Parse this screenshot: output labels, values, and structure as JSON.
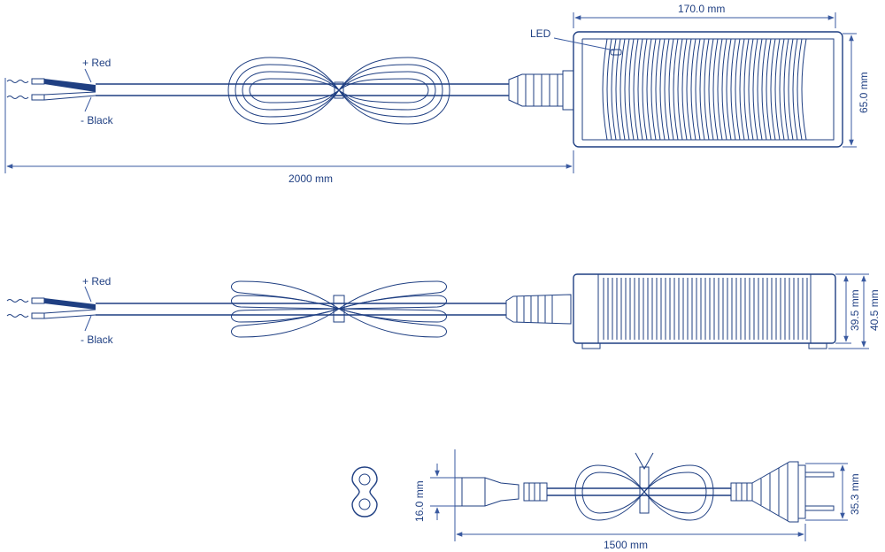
{
  "colors": {
    "line": "#1f3f82",
    "accent": "#1f3f82",
    "background": "#ffffff"
  },
  "top_view": {
    "red_label": "+ Red",
    "black_label": "- Black",
    "led_label": "LED",
    "length_label": "2000 mm",
    "width_label": "170.0 mm",
    "height_label": "65.0 mm"
  },
  "side_view": {
    "red_label": "+ Red",
    "black_label": "- Black",
    "height1_label": "39.5 mm",
    "height2_label": "40.5 mm"
  },
  "ac_cord": {
    "connector_height_label": "16.0 mm",
    "length_label": "1500 mm",
    "plug_height_label": "35.3 mm"
  }
}
